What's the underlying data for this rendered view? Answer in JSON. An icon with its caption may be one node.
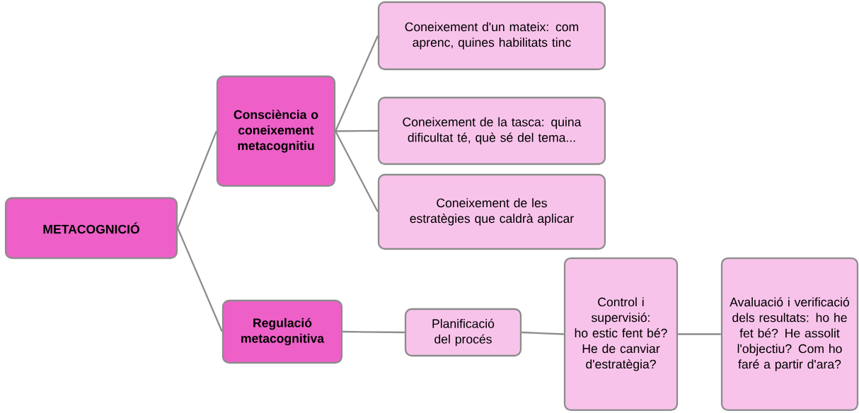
{
  "diagram": {
    "nodes": [
      {
        "text": [
          "METACOGNICIÓ"
        ]
      },
      {
        "text": [
          "Consciència o coneixement metacognitiu"
        ]
      },
      {
        "text": [
          "Coneixement d'un mateix: com aprenc, quines habilitats tinc"
        ]
      },
      {
        "text": [
          "Coneixement de la tasca: quina dificultat té, què sé del tema..."
        ]
      },
      {
        "text": [
          "Coneixement de les estratègies que caldrà aplicar"
        ]
      },
      {
        "text": [
          "Regulació metacognitiva"
        ]
      },
      {
        "text": [
          "Planificació del procés"
        ]
      },
      {
        "text": [
          "Control i supervisió: ho estic fent bé? He de canviar d'estratègia?"
        ]
      },
      {
        "text": [
          "Avaluació i verificació dels resultats: ho he fet bé? He assolit l'objectiu? Com ho faré a partir d'ara?"
        ]
      }
    ],
    "edges": [
      {
        "from": 0,
        "to": 1,
        "arrow": "none"
      },
      {
        "from": 0,
        "to": 5,
        "arrow": "none"
      },
      {
        "from": 1,
        "to": 2,
        "arrow": "none"
      },
      {
        "from": 1,
        "to": 3,
        "arrow": "none"
      },
      {
        "from": 1,
        "to": 4,
        "arrow": "none"
      },
      {
        "from": 5,
        "to": 6,
        "arrow": "none"
      },
      {
        "from": 6,
        "to": 7,
        "arrow": "none"
      },
      {
        "from": 7,
        "to": 8,
        "arrow": "none"
      }
    ]
  }
}
